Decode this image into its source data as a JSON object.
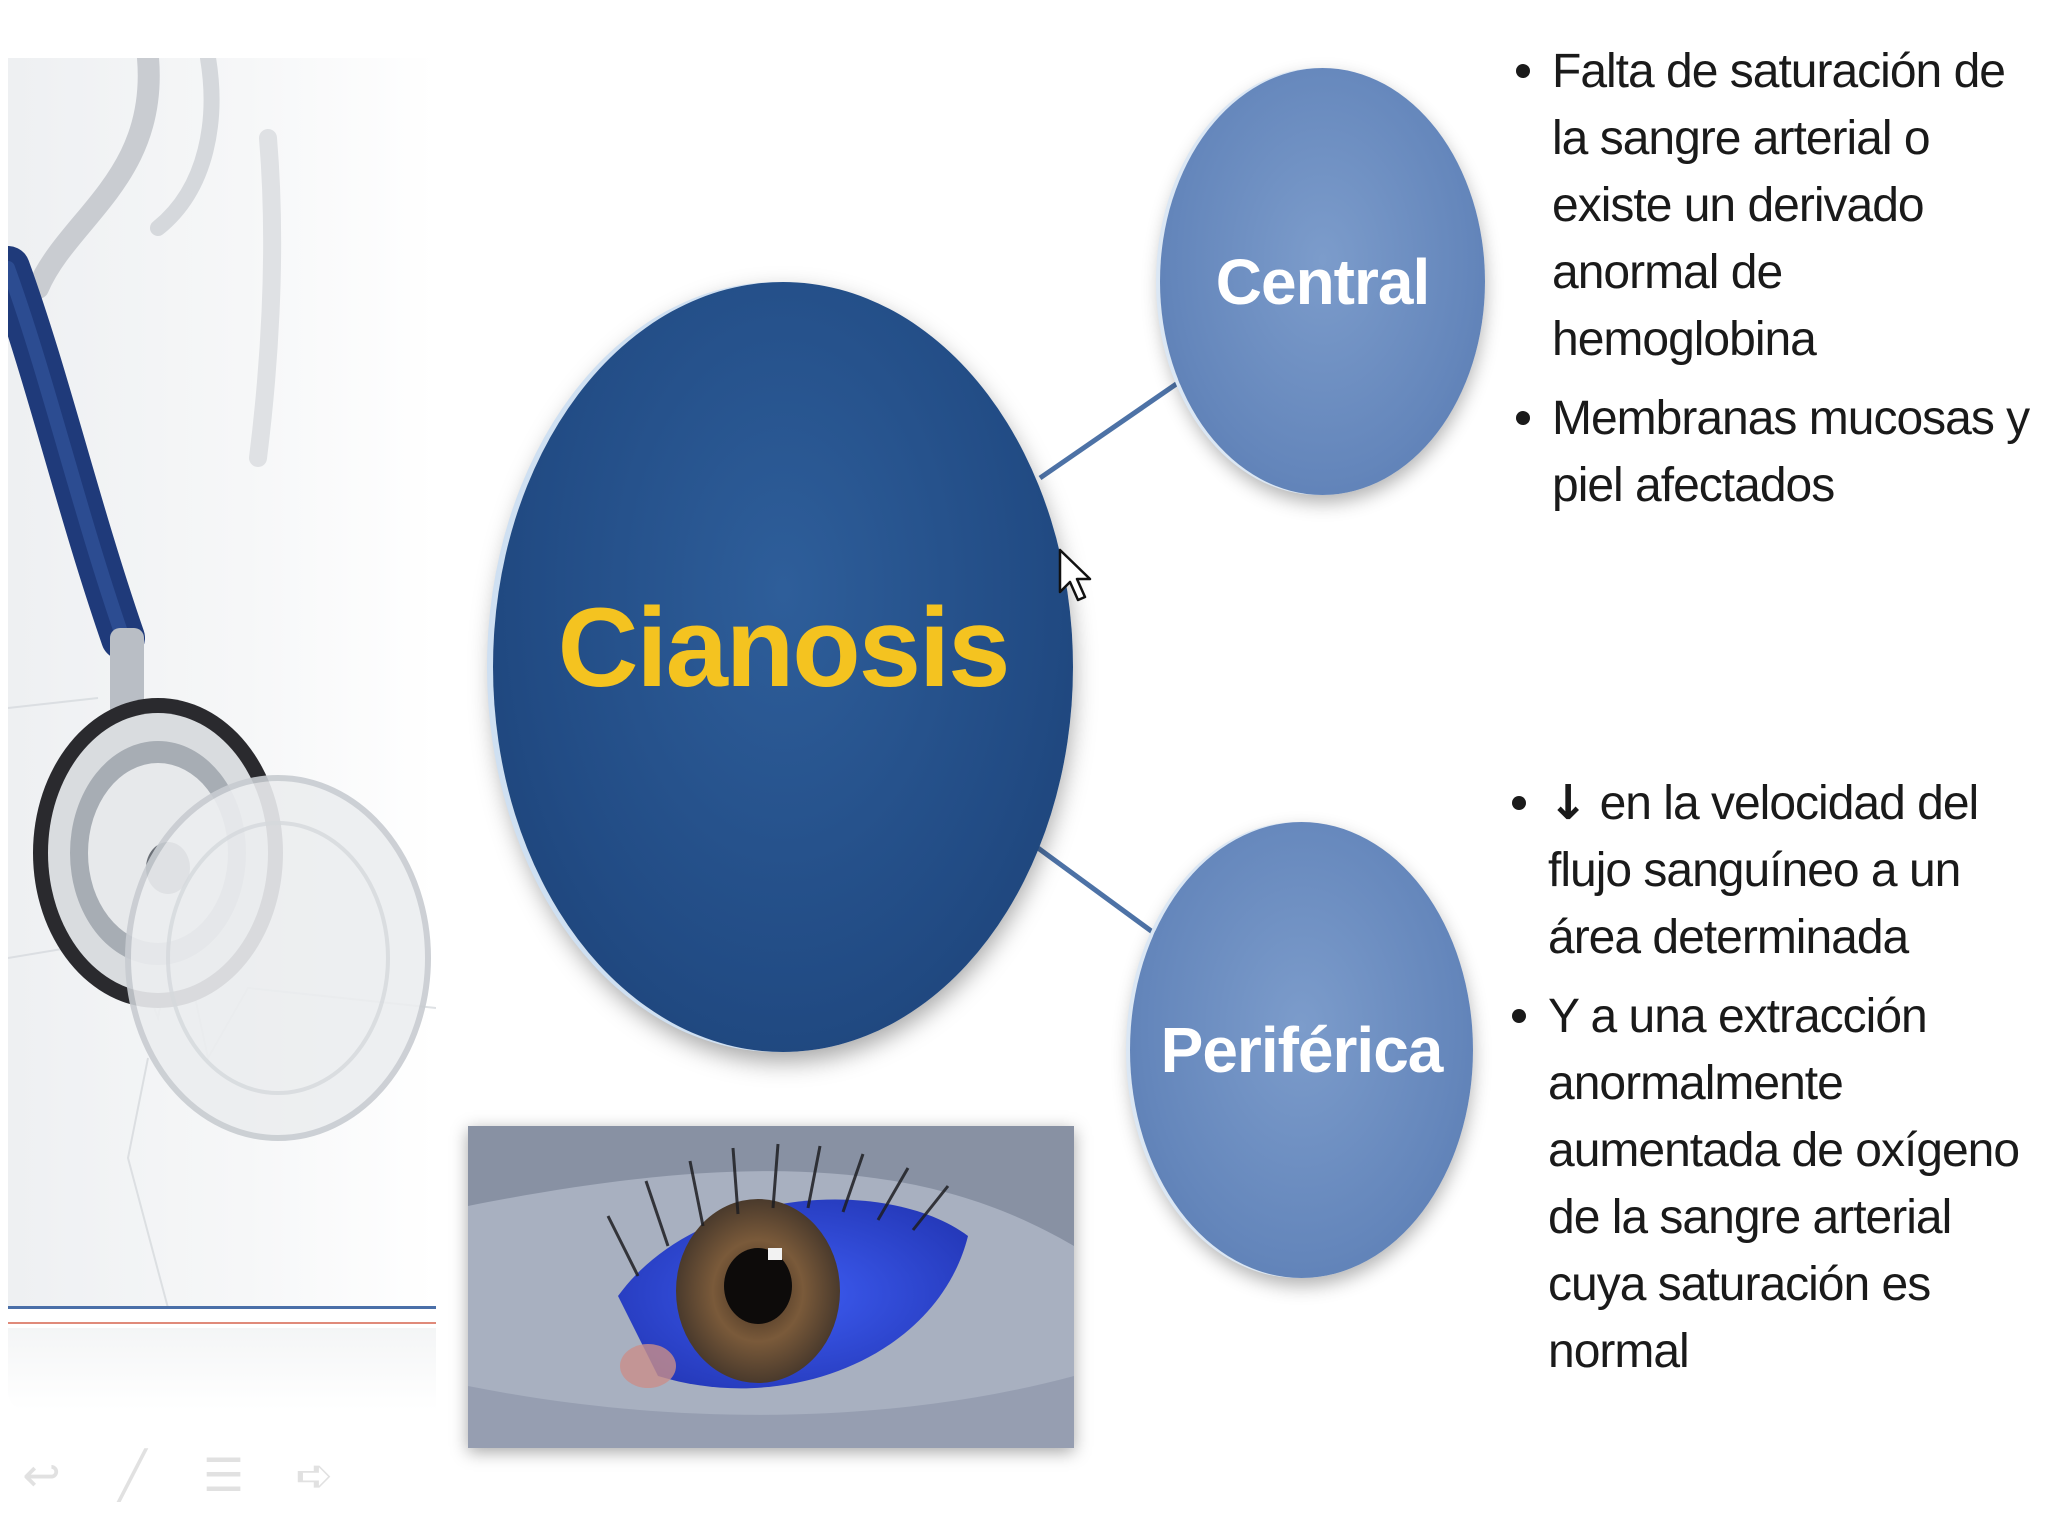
{
  "diagram": {
    "center": {
      "label": "Cianosis"
    },
    "branches": [
      {
        "label": "Central",
        "bullets": [
          "Falta de saturación de la sangre arterial o existe un derivado anormal de hemoglobina",
          "Membranas mucosas y piel afectados"
        ]
      },
      {
        "label": "Periférica",
        "bullets": [
          "en la velocidad del flujo sanguíneo a un área determinada",
          "Y a una extracción anormalmente aumentada de oxígeno de la sangre arterial cuya saturación es normal"
        ],
        "first_bullet_arrow": "↓"
      }
    ]
  },
  "colors": {
    "center_fill": "#224c85",
    "center_text": "#f4c320",
    "branch_fill": "#6486bb",
    "branch_text": "#ffffff",
    "connector": "#4d72a6"
  },
  "icons": [
    "stethoscope-photo",
    "eye-photo",
    "mouse-cursor-icon"
  ],
  "controls": [
    {
      "icon": "back-arrow-icon",
      "glyph": "↩"
    },
    {
      "icon": "pen-icon",
      "glyph": "╱"
    },
    {
      "icon": "menu-icon",
      "glyph": "☰"
    },
    {
      "icon": "forward-arrow-icon",
      "glyph": "➪"
    }
  ]
}
